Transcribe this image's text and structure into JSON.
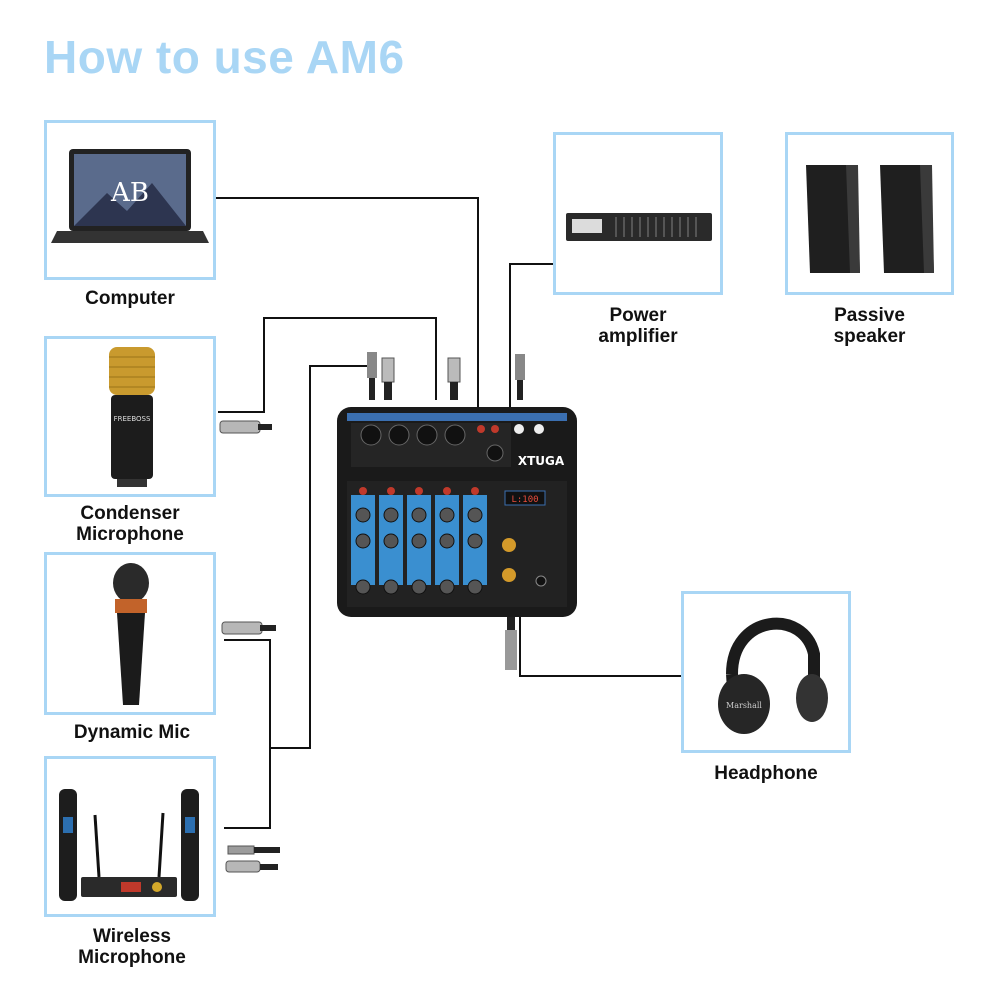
{
  "title": "How to use AM6",
  "devices": {
    "computer": {
      "label": "Computer"
    },
    "condenser": {
      "label_line1": "Condenser",
      "label_line2": "Microphone"
    },
    "dynamic": {
      "label": "Dynamic Mic"
    },
    "wireless": {
      "label_line1": "Wireless",
      "label_line2": "Microphone"
    },
    "amplifier": {
      "label_line1": "Power",
      "label_line2": "amplifier"
    },
    "speaker": {
      "label_line1": "Passive",
      "label_line2": "speaker"
    },
    "headphone": {
      "label": "Headphone"
    }
  },
  "mixer": {
    "brand": "XTUGA",
    "display": "L:100"
  },
  "colors": {
    "box_border": "#a9d6f5",
    "title": "#a9d6f5",
    "wire": "#111111"
  }
}
